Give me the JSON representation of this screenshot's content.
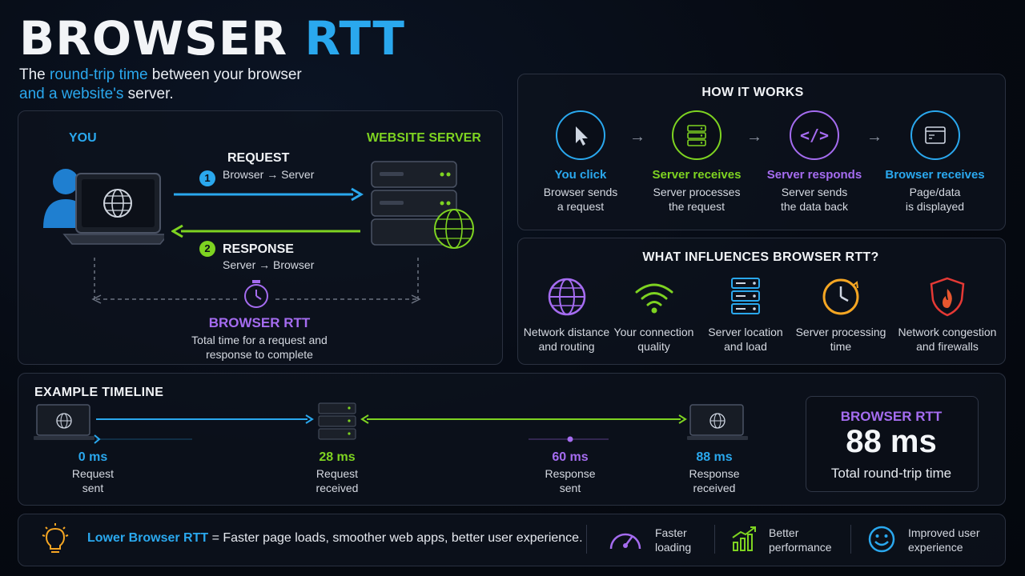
{
  "header": {
    "title_main": "BROWSER",
    "title_accent": "RTT",
    "subtitle_pre": "The ",
    "subtitle_hl1": "round-trip time",
    "subtitle_mid": " between your browser",
    "subtitle_hl2": "and a website's",
    "subtitle_end": " server."
  },
  "diagram": {
    "you_label": "YOU",
    "server_label": "WEBSITE SERVER",
    "request_num": "1",
    "request_title": "REQUEST",
    "request_sub": "Browser → Server",
    "response_num": "2",
    "response_title": "RESPONSE",
    "response_sub": "Server → Browser",
    "rtt_title": "BROWSER RTT",
    "rtt_desc_1": "Total time for a request and",
    "rtt_desc_2": "response to complete"
  },
  "how_it_works": {
    "title": "HOW IT WORKS",
    "steps": [
      {
        "title": "You click",
        "line1": "Browser sends",
        "line2": "a request",
        "icon": "cursor-icon",
        "color": "#2aa8ee"
      },
      {
        "title": "Server receives",
        "line1": "Server processes",
        "line2": "the request",
        "icon": "server-icon",
        "color": "#7ed321"
      },
      {
        "title": "Server responds",
        "line1": "Server sends",
        "line2": "the data back",
        "icon": "code-icon",
        "color": "#a56cf0"
      },
      {
        "title": "Browser receives",
        "line1": "Page/data",
        "line2": "is displayed",
        "icon": "browser-window-icon",
        "color": "#2aa8ee"
      }
    ]
  },
  "influences": {
    "title": "WHAT INFLUENCES BROWSER RTT?",
    "items": [
      {
        "line1": "Network distance",
        "line2": "and routing",
        "icon": "globe-icon",
        "color": "#a56cf0"
      },
      {
        "line1": "Your connection",
        "line2": "quality",
        "icon": "wifi-icon",
        "color": "#7ed321"
      },
      {
        "line1": "Server location",
        "line2": "and load",
        "icon": "server-rack-icon",
        "color": "#2aa8ee"
      },
      {
        "line1": "Server processing",
        "line2": "time",
        "icon": "clock-icon",
        "color": "#f5a623"
      },
      {
        "line1": "Network congestion",
        "line2": "and firewalls",
        "icon": "firewall-icon",
        "color": "#e53935"
      }
    ]
  },
  "timeline": {
    "title": "EXAMPLE TIMELINE",
    "points": [
      {
        "time": "0 ms",
        "line1": "Request",
        "line2": "sent",
        "color": "#2aa8ee"
      },
      {
        "time": "28 ms",
        "line1": "Request",
        "line2": "received",
        "color": "#7ed321"
      },
      {
        "time": "60 ms",
        "line1": "Response",
        "line2": "sent",
        "color": "#a56cf0"
      },
      {
        "time": "88 ms",
        "line1": "Response",
        "line2": "received",
        "color": "#2aa8ee"
      }
    ],
    "summary_title": "BROWSER RTT",
    "summary_value": "88 ms",
    "summary_desc": "Total round-trip time"
  },
  "footer": {
    "highlight": "Lower Browser RTT",
    "text": " = Faster page loads, smoother web apps, better user experience.",
    "benefits": [
      {
        "line1": "Faster",
        "line2": "loading",
        "icon": "speedometer-icon",
        "color": "#a56cf0"
      },
      {
        "line1": "Better",
        "line2": "performance",
        "icon": "growth-chart-icon",
        "color": "#7ed321"
      },
      {
        "line1": "Improved user",
        "line2": "experience",
        "icon": "smiley-icon",
        "color": "#2aa8ee"
      }
    ]
  }
}
